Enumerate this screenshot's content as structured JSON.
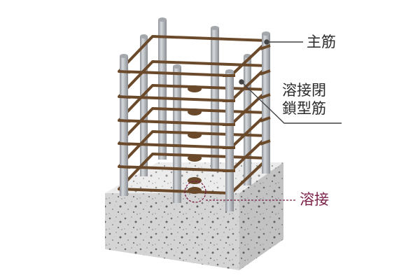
{
  "labels": {
    "main_rebar": "主筋",
    "hoop_line1": "溶接閉",
    "hoop_line2": "鎖型筋",
    "weld": "溶接"
  },
  "colors": {
    "rebar_fill": "#b7bbc0",
    "rebar_edge": "#85898e",
    "hoop": "#6b4a2b",
    "concrete_top": "#ececec",
    "concrete_left": "#d4d4d4",
    "concrete_right": "#c2c2c2",
    "leader_line": "#444444",
    "weld_accent": "#7a1f48",
    "text": "#2b2b2b"
  }
}
